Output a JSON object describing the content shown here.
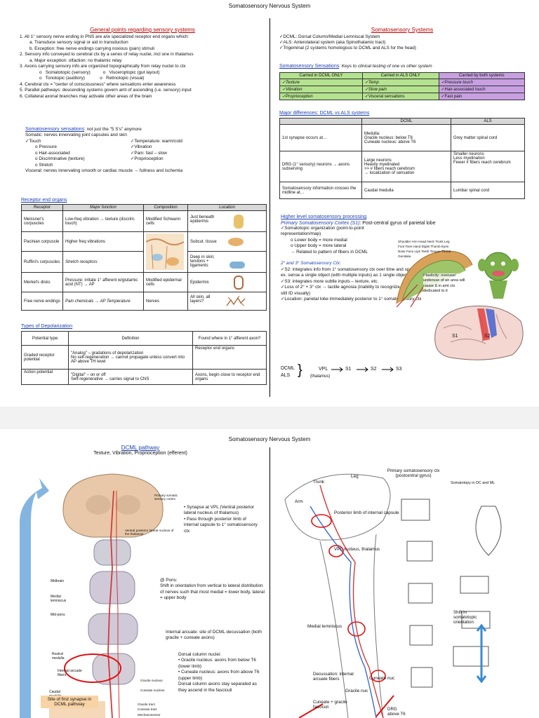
{
  "page_title": "Somatosensory Nervous System",
  "left": {
    "general": {
      "heading": "General points regarding sensory systems",
      "items": [
        "1.   All 1° sensory nerve ending in PNS are a/w specialized receptor end organs which:",
        "a.   Transduce sensory signal or aid in transduction",
        "b.   Exception: free nerve endings carrying noxious (pain) stimuli",
        "2.   Sensory info conveyed to cerebral ctx by a series of relay nuclei, incl one in thalamus",
        "a.   Major exception: olfaction: no thalamic relay",
        "3.   Axons carrying sensory info are organized topographically from relay nuclei to ctx",
        "o   Somatotopic (sensory)          o   Visceroptopic (gut layout)",
        "o   Tonotopic (auditory)            o   Retinotopic (visual)",
        "4.   Cerebral ctx = \"center of consciousness\" where sensations enter awareness",
        "5.   Parallel pathways: descending systems govern amt of ascending (i.e. sensory) input",
        "6.   Collateral axonal branches may activate other areas of the brain"
      ]
    },
    "sensations": {
      "heading": "Somatosensory sensations",
      "heading_suffix": ": not just the \"5 S's\" anymore",
      "somatic": "Somatic: nerves innervating joint capsules and skin",
      "col1": [
        "Touch",
        "o   Pressure",
        "o   Hair-associated",
        "o   Discriminative (texture)",
        "o   Stretch"
      ],
      "col2": [
        "Temperature: warm/cold",
        "Vibration",
        "Pain: fast – slow",
        "Proprioception"
      ],
      "visceral": "Visceral: nerves innervating smooth or cardiac muscle → fullness and ischemia"
    },
    "receptors": {
      "heading": "Receptor end organs",
      "headers": [
        "Receptor",
        "Major function",
        "Composition",
        "Location"
      ],
      "rows": [
        [
          "Meissner's corpuscles",
          "Low-freq vibration → texture (discrim. touch)",
          "Modified Schwann cells",
          "Just beneath epidermis"
        ],
        [
          "Pacinian corpuscle",
          "Higher freq vibrations",
          "",
          "Subcut. tissue"
        ],
        [
          "Ruffini's corpuscles",
          "Stretch receptors",
          "",
          "Deep in skin; tendons + ligaments"
        ],
        [
          "Merkel's disks",
          "Pressure: irritate 1° afferent w/glutamic acid (NT) → AP",
          "Modified epidermal cells",
          "Epidermis"
        ],
        [
          "Free nerve endings",
          "Pain chemicals → AP Temperature",
          "Nerves",
          "All skin, all layers?"
        ]
      ]
    },
    "depol": {
      "heading": "Types of Depolarization",
      "headers": [
        "Potential type",
        "Definition",
        "Found where in 1° afferent axon?"
      ],
      "rows": [
        [
          "Graded receptor potential",
          "\"Analog\" – gradations of depolarization\nNo self-regeneration → cannot propagate unless convert into AP above TH level",
          "Receptor end organs"
        ],
        [
          "Action potential",
          "\"Digital\" – on or off\nSelf-regenerative → carries signal to CNS",
          "Axons, begin close to receptor end organs"
        ]
      ]
    }
  },
  "right": {
    "systems": {
      "heading": "Somatosensory Systems",
      "items": [
        "DCML: Dorsal Column/Medial Lemniscal System",
        "ALS: Anterolateral system (aka Spinothalamic tract)",
        "Trigeminal (2 systems homologous to DCML and ALS for the head)"
      ]
    },
    "clinical": {
      "heading": "Somatosensory Sensations",
      "suffix": ": Keys to clinical testing of one vs other system",
      "headers": [
        "Carried in DCML ONLY",
        "Carried in ALS ONLY",
        "Carried by both systems"
      ],
      "rows": [
        [
          "Texture",
          "Temp",
          "Pressure touch"
        ],
        [
          "Vibration",
          "Slow pain",
          "Hair-associated touch"
        ],
        [
          "Proprioception",
          "Visceral sensations",
          "Fast pain"
        ]
      ],
      "colors": {
        "dcml": "#b4e28e",
        "als": "#b4e28e",
        "both": "#c8a0e2"
      }
    },
    "diffs": {
      "heading": "Major differences: DCML vs ALS systems",
      "headers": [
        "",
        "DCML",
        "ALS"
      ],
      "rows": [
        [
          "1st synapse occurs at…",
          "Medulla:\nGracile nucleus: below T6\nCuneate nucleus: above T6",
          "Grey matter spinal cord"
        ],
        [
          "DRG (1° sensory) neurons → axons subserving",
          "Large neurons\nHeavily myelinated\n>> # fibers reach cerebrum\n→ localization of sensation",
          "Smaller neurons\nLess myelination\nFewer # fibers reach cerebrum"
        ],
        [
          "Somatosensory information crosses the midline at…",
          "Caudal medulla",
          "Lumbar spinal cord"
        ]
      ]
    },
    "higher": {
      "heading": "Higher level somatosensory processing",
      "s1_title": "Primary Somatosensory Cortex (S1)",
      "s1_suffix": ": Post-central gyrus of parietal lobe",
      "s1_items": [
        "Somatotopic organization (point-to-point representation/map)",
        "o   Lower body = more medial",
        "o   Upper body = more lateral",
        "→ Related to pattern of fibers in DCML"
      ],
      "homunculus_labels": [
        "Shoulder",
        "Arm",
        "Head",
        "Neck",
        "Trunk",
        "Leg",
        "Foot",
        "Toes",
        "Hand",
        "Digits",
        "Thumb",
        "Eyes",
        "Nose",
        "Face",
        "Lips",
        "Teeth",
        "Tongue",
        "Throat",
        "Genitalia"
      ],
      "plasticity": "Plasticity: overuse/ underuse of an area will cause Δ in amt ctx dedicated to it",
      "s2_title": "2° and 3° Somatosensory Ctx",
      "s2_items": [
        "S2: integrates info from 1° somatosensory ctx over time and space; ex. sense a single object (with multiple inputs) as 1 single object",
        "S3: integrates more subtle inputs – texture, etc.",
        "Loss of 2° + 3° ctx → tactile agnosia (inability to recognize by feel; can still ID visually)",
        "Location: parietal lobe immediately posterior to 1° somatosensory ctx"
      ],
      "brain_labels": [
        "S1",
        "S2"
      ],
      "flow": {
        "a": "DCML",
        "b": "ALS",
        "vpl": "VPL",
        "thal": "(thalamus)",
        "s1": "S1",
        "s2": "S2",
        "s3": "S3"
      }
    }
  },
  "page2": {
    "title": "Somatosensory Nervous System",
    "dcml_heading": "DCML pathway",
    "dcml_sub": "Texture, Vibration, Proprioception (efferent)",
    "left_labels": [
      "Primary somatic sensory cortex",
      "Ventral posterior lateral nucleus of the thalamus",
      "Midbrain",
      "Medial lemniscus",
      "Mid-pons",
      "Rostral medulla",
      "Internal arcuate fibers",
      "Caudal medulla",
      "Gracile nucleus",
      "Cuneate nucleus",
      "Gracile tract",
      "Cuneate tract",
      "Mechanosensor"
    ],
    "notes": [
      "Synapse at VPL (Ventral posterior lateral nucleus of thalamus)",
      "Pass through posterior limb of internal capsule to 1° somatosensory ctx"
    ],
    "pons_note": "@ Pons:\nShift in orientation from vertical to lateral distribution of nerves such that most medial = lower body, lateral = upper body",
    "arcuate_note": "Internal arcuate: site of DCML decussation (both gracile + cuneate axons)",
    "dorsal_note_title": "Dorsal column nuclei:",
    "dorsal_items": [
      "Gracile nucleus: axons from below T6 (lower limb)",
      "Cuneate nucleus: axons from above T6 (upper limb)"
    ],
    "dorsal_sep": "Dorsal column axons stay separated as they ascend in the fasciculi",
    "first_synapse": "Site of first synapse in DCML pathway",
    "right_labels": {
      "primary": "Primary somatosensory ctx\n(postcentral gyrus)",
      "somatotopy": "Somatotopy in DC and ML",
      "trunk": "Trunk",
      "leg": "Leg",
      "arm": "Arm",
      "post_limb": "Posterior limb of internal capsule",
      "vpl": "VPL nucleus, thalamus",
      "ml": "Medial lemniscus",
      "shift": "Shift in somatotopic orientation",
      "decuss": "Decussation: internal arcuate fibers",
      "cuneate": "Cuneate nuc",
      "gracile": "Gracile nuc",
      "fasc": "Cuneate + gracile fasciculi",
      "drg": "DRG above T6"
    }
  }
}
